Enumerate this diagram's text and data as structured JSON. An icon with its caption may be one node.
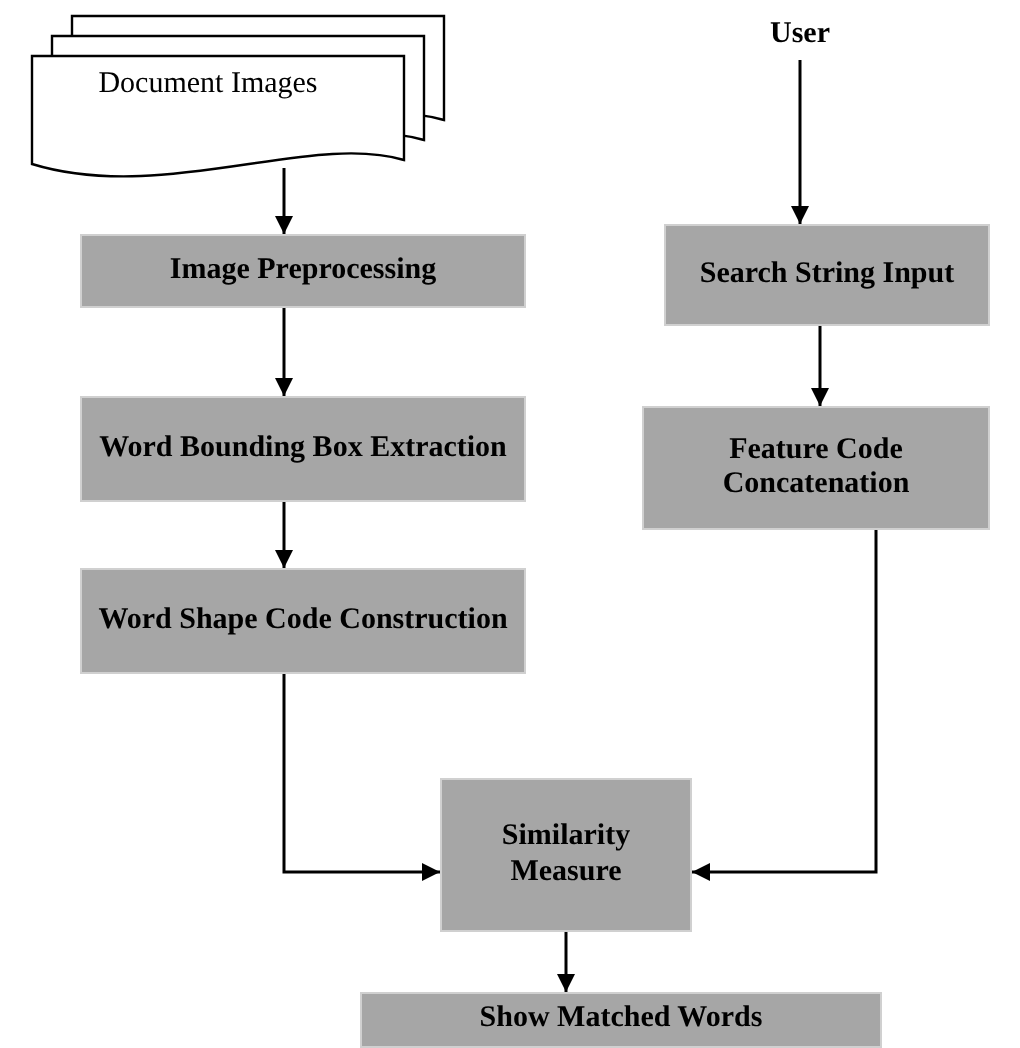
{
  "diagram": {
    "nodes": [
      {
        "text": [
          "Document Images"
        ]
      },
      {
        "text": [
          "User"
        ]
      },
      {
        "text": [
          "Image Preprocessing"
        ]
      },
      {
        "text": [
          "Search String Input"
        ]
      },
      {
        "text": [
          "Word Bounding Box Extraction"
        ]
      },
      {
        "text": [
          "Feature Code Concatenation"
        ]
      },
      {
        "text": [
          "Word Shape Code Construction"
        ]
      },
      {
        "text": [
          "Similarity Measure"
        ]
      },
      {
        "text": [
          "Show Matched Words"
        ]
      }
    ],
    "edges": [
      {
        "from": 0,
        "to": 2,
        "arrow": "to"
      },
      {
        "from": 1,
        "to": 3,
        "arrow": "to"
      },
      {
        "from": 2,
        "to": 4,
        "arrow": "to"
      },
      {
        "from": 3,
        "to": 5,
        "arrow": "to"
      },
      {
        "from": 4,
        "to": 6,
        "arrow": "to"
      },
      {
        "from": 6,
        "to": 7,
        "arrow": "to"
      },
      {
        "from": 5,
        "to": 7,
        "arrow": "to"
      },
      {
        "from": 7,
        "to": 8,
        "arrow": "to"
      }
    ]
  }
}
